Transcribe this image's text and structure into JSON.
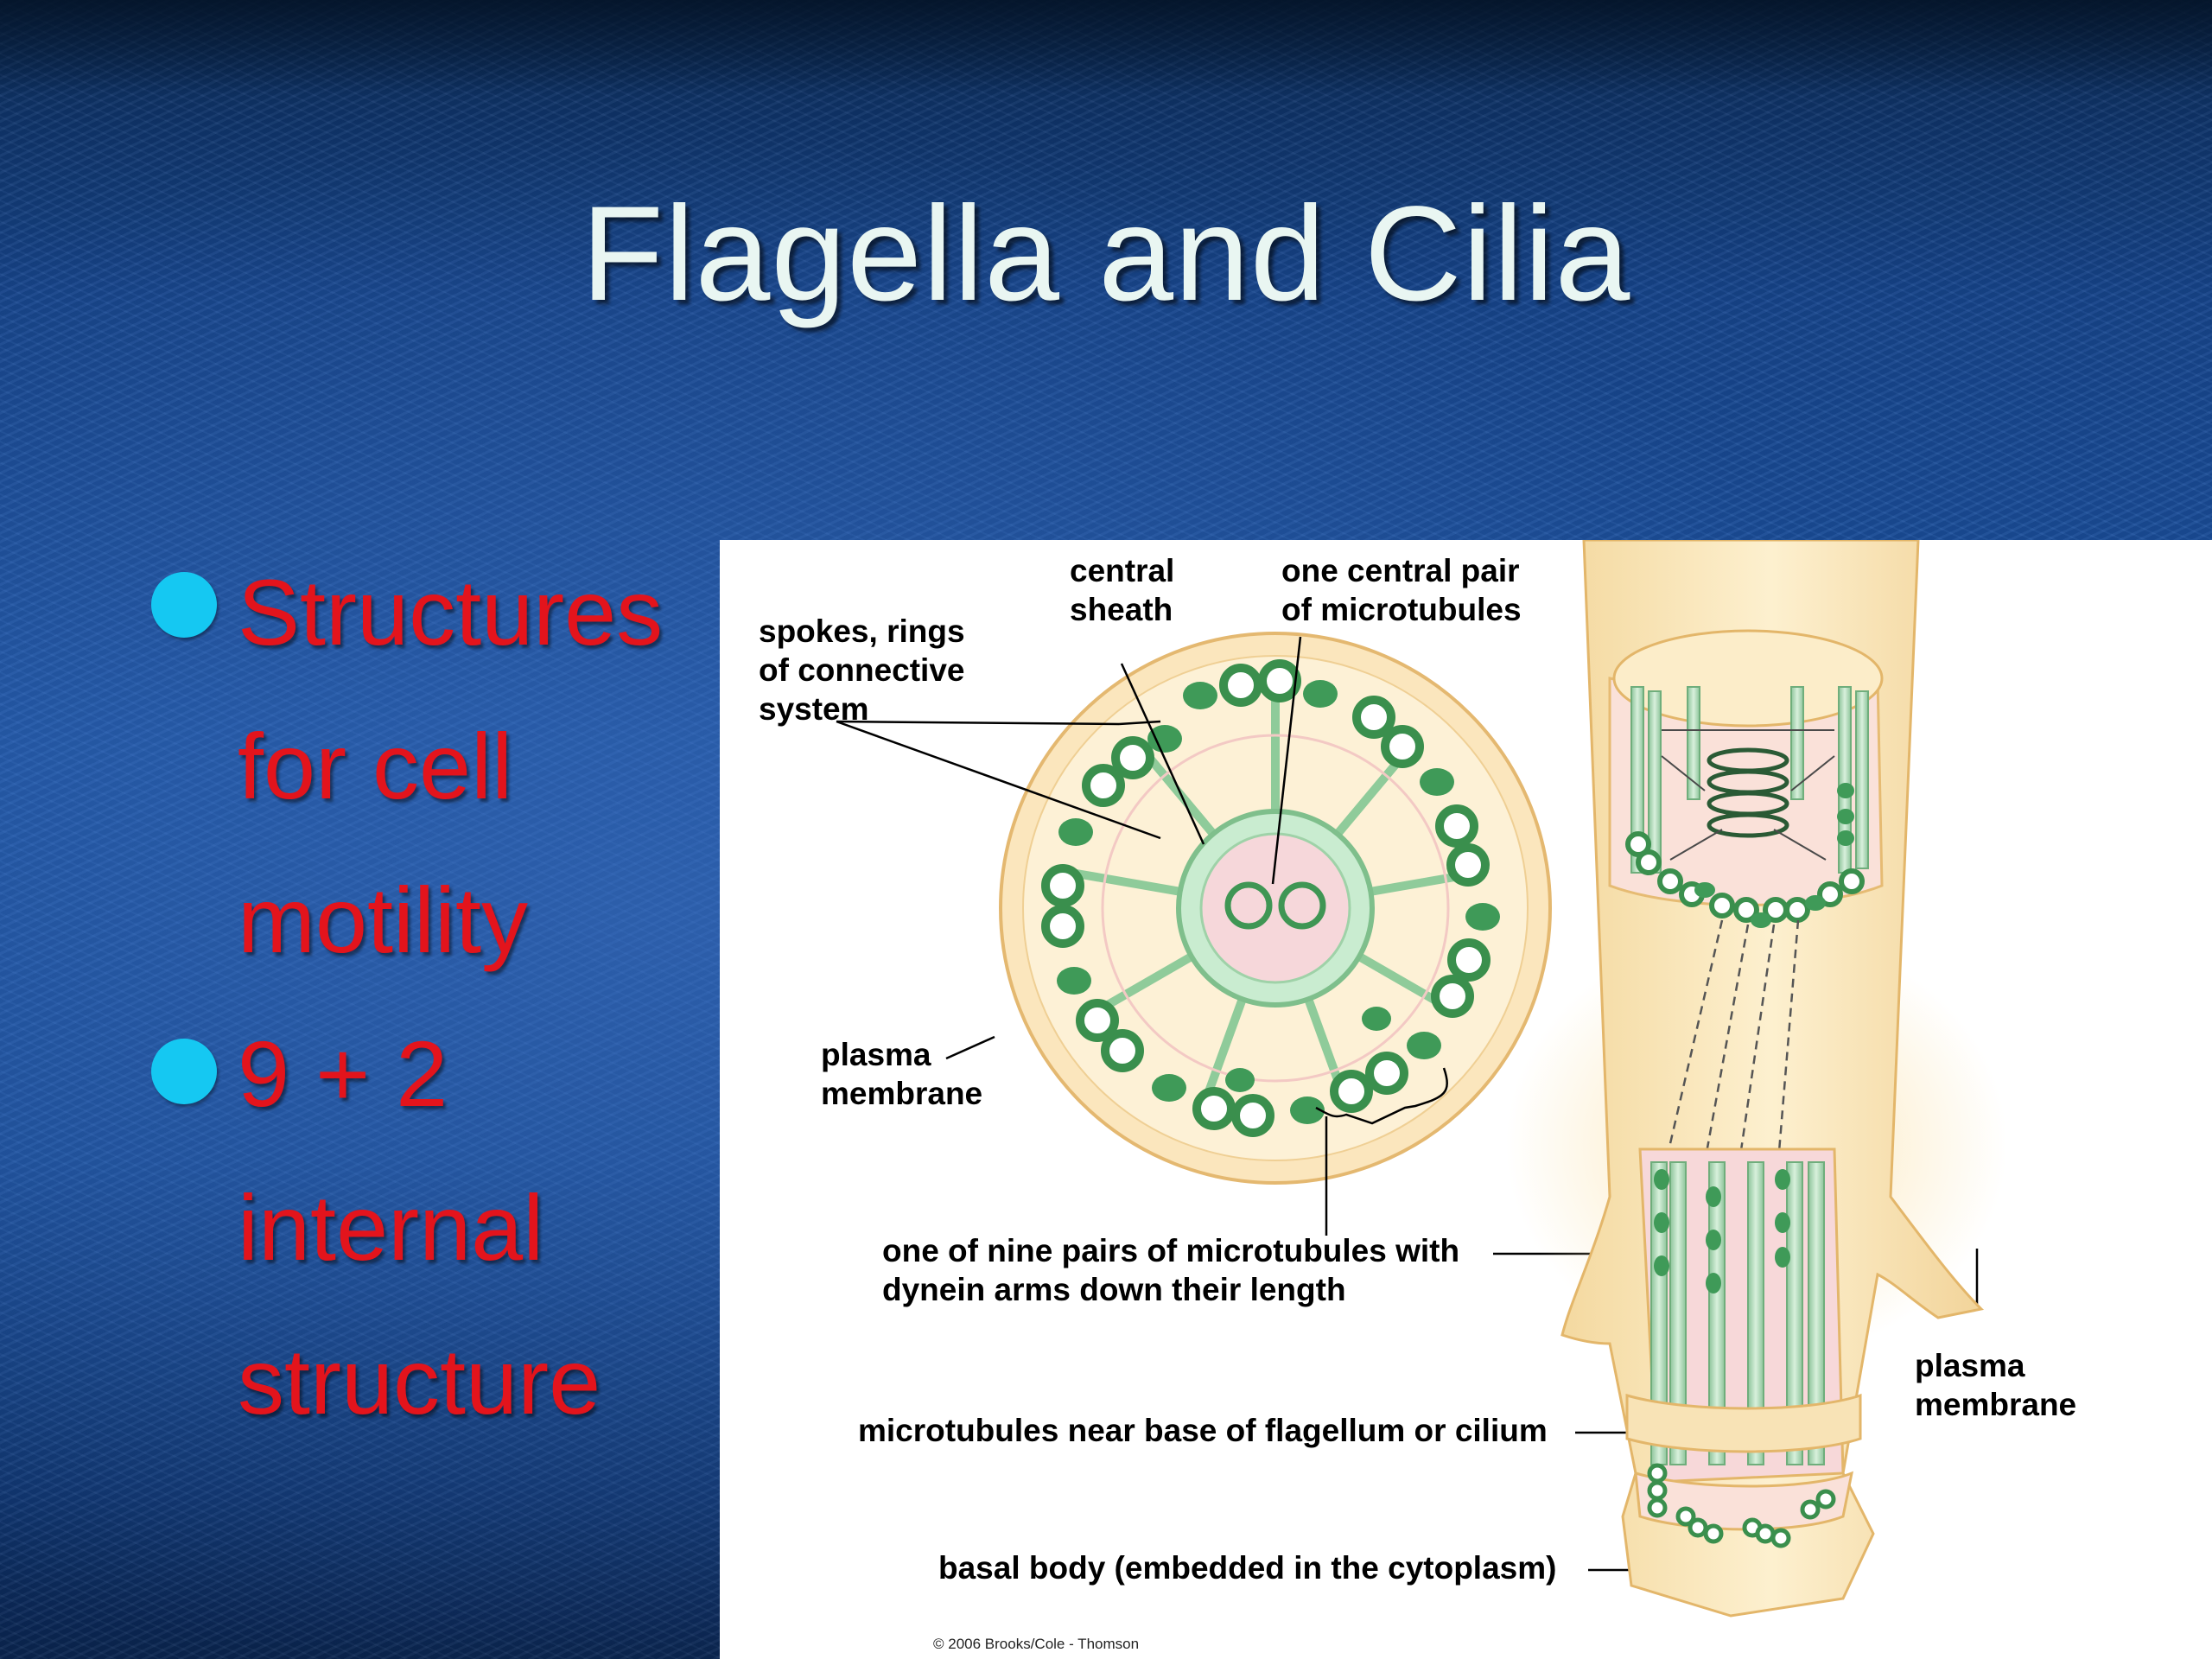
{
  "slide": {
    "title": "Flagella and Cilia",
    "bullets": [
      {
        "lines": [
          "Structures",
          "for cell",
          "motility"
        ]
      },
      {
        "lines": [
          "9 + 2",
          "internal",
          "structure"
        ]
      }
    ],
    "colors": {
      "bullet_text": "#e3141c",
      "bullet_dot": "#15c8f2",
      "title": "#e9f6f2",
      "background": "#1d55a6"
    }
  },
  "figure": {
    "labels": {
      "central_sheath": "central\nsheath",
      "central_pair": "one central pair\nof microtubules",
      "spokes": "spokes, rings\nof connective\nsystem",
      "plasma_membrane_left": "plasma\nmembrane",
      "nine_pairs": "one of nine pairs of microtubules with\ndynein arms down their length",
      "near_base": "microtubules near base of flagellum or cilium",
      "basal_body": "basal body (embedded in the cytoplasm)",
      "plasma_membrane_right": "plasma\nmembrane"
    },
    "copyright": "© 2006 Brooks/Cole - Thomson"
  }
}
